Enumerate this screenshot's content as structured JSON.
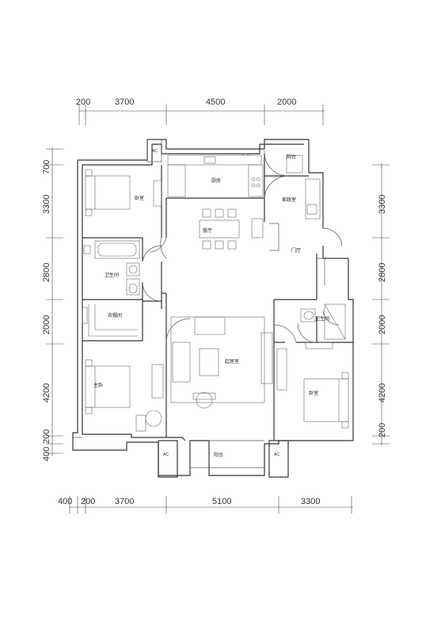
{
  "dimensions": {
    "top": [
      "200",
      "3700",
      "4500",
      "2000"
    ],
    "bottom": [
      "400",
      "200",
      "3700",
      "5100",
      "3300"
    ],
    "left": [
      "700",
      "3300",
      "2800",
      "2000",
      "4200",
      "200",
      "400"
    ],
    "right": [
      "3300",
      "2800",
      "2000",
      "4200",
      "200"
    ]
  },
  "rooms": {
    "bedroom_nw": "卧室",
    "kitchen": "厨房",
    "balcony_ne": "阳台",
    "housekeeping": "家政室",
    "dining": "餐厅",
    "foyer": "门厅",
    "bath_w": "卫生间",
    "closet": "衣帽间",
    "living": "起居室",
    "bath_e": "卫生间",
    "master": "主卧",
    "bedroom_se": "卧室",
    "balcony_s": "阳台"
  },
  "ac_units": [
    "AC",
    "AC",
    "AC"
  ]
}
